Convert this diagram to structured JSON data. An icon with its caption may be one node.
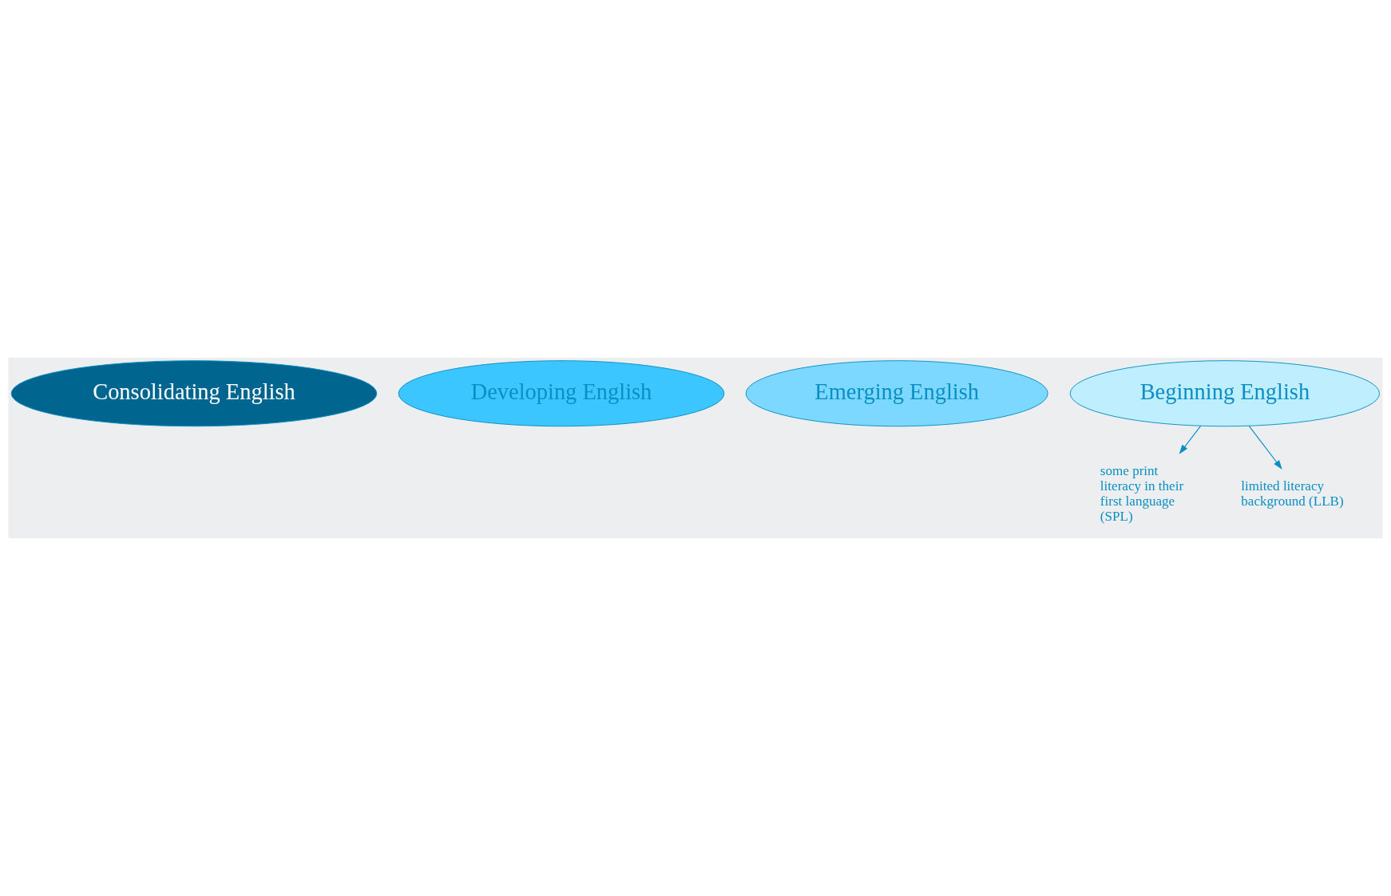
{
  "diagram": {
    "nodes": [
      {
        "text": [
          "Consolidating English"
        ]
      },
      {
        "text": [
          "Developing English"
        ]
      },
      {
        "text": [
          "Emerging English"
        ]
      },
      {
        "text": [
          "Beginning English"
        ]
      },
      {
        "text": [
          "some print literacy in their first language (SPL)"
        ]
      },
      {
        "text": [
          "limited literacy background (LLB)"
        ]
      }
    ],
    "edges": [
      {
        "from": 3,
        "to": 4,
        "arrow": "to"
      },
      {
        "from": 3,
        "to": 5,
        "arrow": "to"
      }
    ]
  }
}
